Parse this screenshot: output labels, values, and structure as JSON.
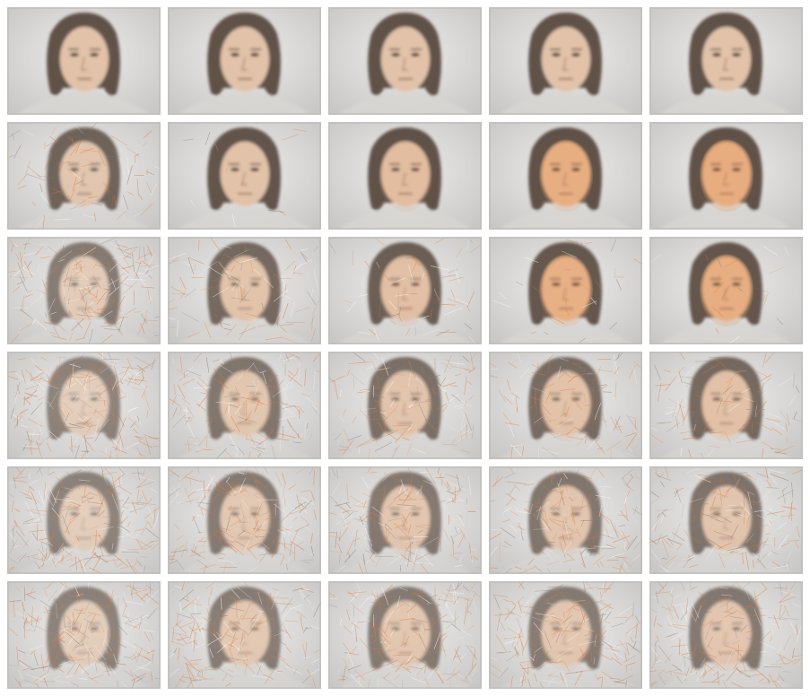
{
  "figure": {
    "rows": 6,
    "cols": 5,
    "background_color": "#c9c7c5",
    "hair_color": "#4a3a30",
    "skin_color": "#e2c2a8",
    "noise_color": "#e07a3a",
    "grid_noise": [
      [
        0.0,
        0.0,
        0.0,
        0.0,
        0.0
      ],
      [
        0.35,
        0.05,
        0.0,
        0.0,
        0.0
      ],
      [
        0.85,
        0.45,
        0.25,
        0.12,
        0.08
      ],
      [
        1.0,
        0.75,
        0.6,
        0.5,
        0.45
      ],
      [
        1.0,
        0.85,
        0.8,
        0.75,
        0.7
      ],
      [
        1.0,
        0.9,
        0.85,
        0.85,
        0.8
      ]
    ],
    "grid_warmth": [
      [
        0.1,
        0.05,
        0.05,
        0.05,
        0.05
      ],
      [
        0.1,
        0.15,
        0.35,
        0.65,
        0.85
      ],
      [
        0.2,
        0.25,
        0.35,
        0.6,
        0.8
      ],
      [
        0.2,
        0.25,
        0.3,
        0.35,
        0.4
      ],
      [
        0.2,
        0.25,
        0.3,
        0.3,
        0.3
      ],
      [
        0.2,
        0.25,
        0.3,
        0.3,
        0.3
      ]
    ]
  }
}
